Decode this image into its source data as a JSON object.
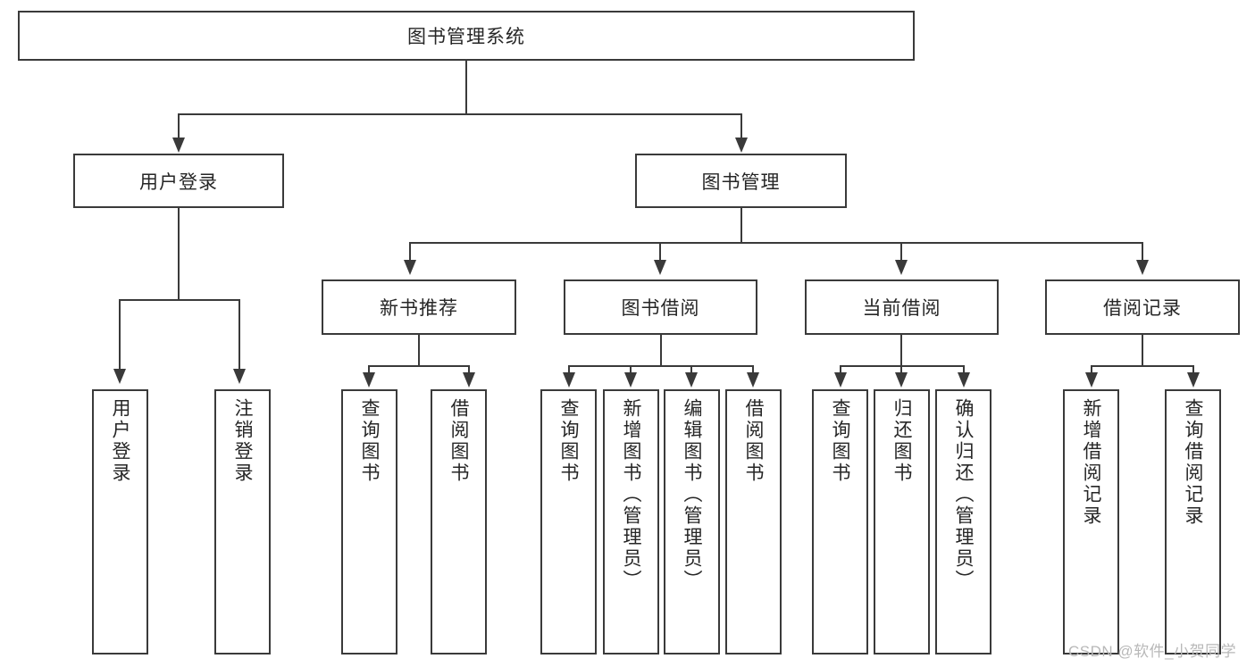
{
  "diagram": {
    "title": "图书管理系统",
    "type": "hierarchy-tree",
    "root": {
      "label": "图书管理系统"
    },
    "level2": [
      {
        "label": "用户登录"
      },
      {
        "label": "图书管理"
      }
    ],
    "level3": [
      {
        "label": "新书推荐"
      },
      {
        "label": "图书借阅"
      },
      {
        "label": "当前借阅"
      },
      {
        "label": "借阅记录"
      }
    ],
    "leaves": {
      "user_login": [
        {
          "label": "用户登录"
        },
        {
          "label": "注销登录"
        }
      ],
      "new_book_recommend": [
        {
          "label": "查询图书"
        },
        {
          "label": "借阅图书"
        }
      ],
      "book_borrow": [
        {
          "label": "查询图书"
        },
        {
          "label": "新增图书（管理员）"
        },
        {
          "label": "编辑图书（管理员）"
        },
        {
          "label": "借阅图书"
        }
      ],
      "current_borrow": [
        {
          "label": "查询图书"
        },
        {
          "label": "归还图书"
        },
        {
          "label": "确认归还（管理员）"
        }
      ],
      "borrow_record": [
        {
          "label": "新增借阅记录"
        },
        {
          "label": "查询借阅记录"
        }
      ]
    }
  },
  "watermark": {
    "text": "CSDN @软件_小贺同学"
  },
  "colors": {
    "stroke": "#3a3a3a",
    "text": "#262626",
    "background": "#ffffff",
    "watermark": "#b8b8b8"
  }
}
